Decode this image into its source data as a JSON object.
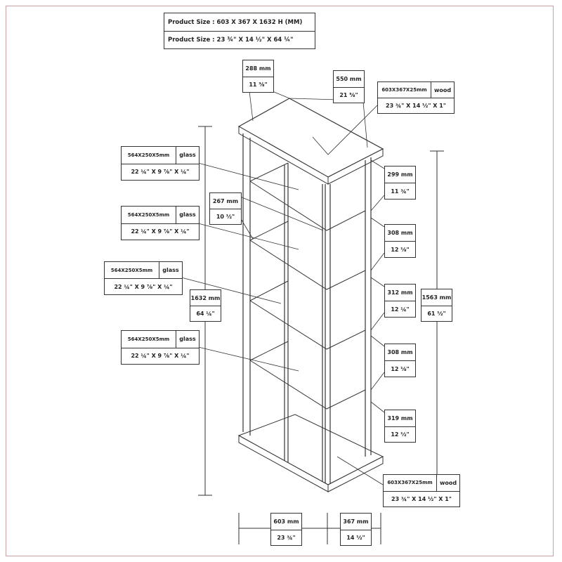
{
  "product_size": {
    "mm": "Product Size : 603 X 367 X 1632 H (MM)",
    "inch": "Product Size : 23 ¾\" X 14 ½\" X 64 ¼\""
  },
  "top_depth": {
    "mm": "288 mm",
    "inch": "11 ⅜\""
  },
  "top_width": {
    "mm": "550 mm",
    "inch": "21 ⅝\""
  },
  "top_panel": {
    "size": "603X367X25mm",
    "material": "wood",
    "inch": "23 ¾\" X 14 ½\" X 1\""
  },
  "glass_shelves": [
    {
      "size": "564X250X5mm",
      "material": "glass",
      "inch": "22 ¼\" X 9 ⅞\" X ¼\""
    },
    {
      "size": "564X250X5mm",
      "material": "glass",
      "inch": "22 ¼\" X 9 ⅞\" X ¼\""
    },
    {
      "size": "564X250X5mm",
      "material": "glass",
      "inch": "22 ¼\" X 9 ⅞\" X ¼\""
    },
    {
      "size": "564X250X5mm",
      "material": "glass",
      "inch": "22 ¼\" X 9 ⅞\" X ¼\""
    }
  ],
  "shelf_depth": {
    "mm": "267 mm",
    "inch": "10 ½\""
  },
  "total_height": {
    "mm": "1632 mm",
    "inch": "64 ¼\""
  },
  "inner_height": {
    "mm": "1563 mm",
    "inch": "61 ½\""
  },
  "shelf_spacings": [
    {
      "mm": "299 mm",
      "inch": "11 ¾\""
    },
    {
      "mm": "308 mm",
      "inch": "12 ⅛\""
    },
    {
      "mm": "312 mm",
      "inch": "12 ¼\""
    },
    {
      "mm": "308 mm",
      "inch": "12 ⅛\""
    },
    {
      "mm": "319 mm",
      "inch": "12 ½\""
    }
  ],
  "bottom_panel": {
    "size": "603X367X25mm",
    "material": "wood",
    "inch": "23 ¾\" X 14 ½\" X 1\""
  },
  "base_width": {
    "mm": "603 mm",
    "inch": "23 ¾\""
  },
  "base_depth": {
    "mm": "367 mm",
    "inch": "14 ½\""
  }
}
